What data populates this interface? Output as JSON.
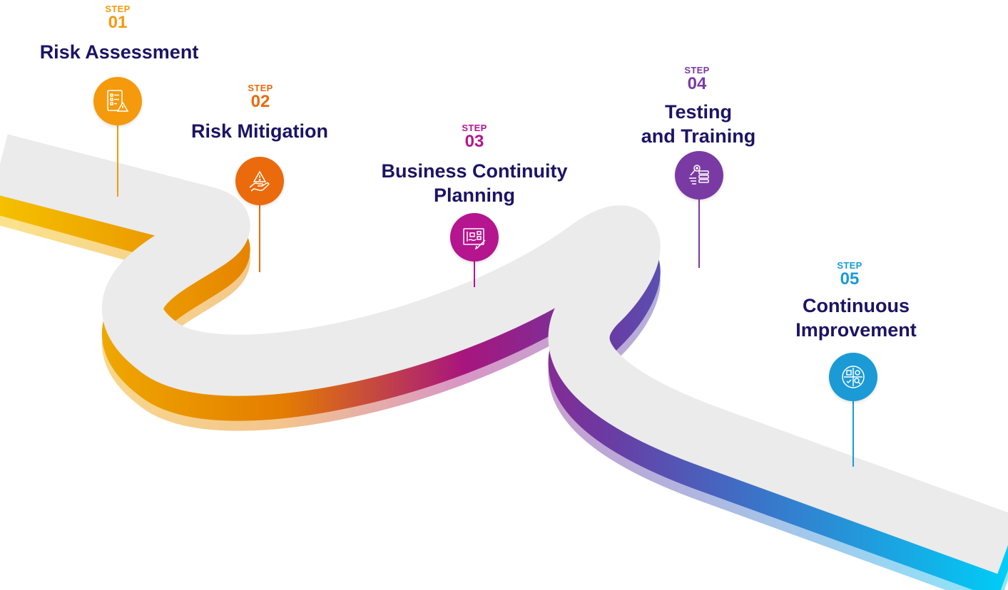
{
  "steps": [
    {
      "step_label": "STEP",
      "number": "01",
      "title_lines": [
        "Risk Assessment"
      ],
      "color": "#f49a0c",
      "icon": "checklist-warning-icon"
    },
    {
      "step_label": "STEP",
      "number": "02",
      "title_lines": [
        "Risk Mitigation"
      ],
      "color": "#ea6a0c",
      "icon": "hand-warning-icon"
    },
    {
      "step_label": "STEP",
      "number": "03",
      "title_lines": [
        "Business Continuity",
        "Planning"
      ],
      "color": "#b5158e",
      "icon": "blueprint-plan-icon"
    },
    {
      "step_label": "STEP",
      "number": "04",
      "title_lines": [
        "Testing",
        "and Training"
      ],
      "color": "#7a3aa4",
      "icon": "training-stack-icon"
    },
    {
      "step_label": "STEP",
      "number": "05",
      "title_lines": [
        "Continuous",
        "Improvement"
      ],
      "color": "#1b9ad6",
      "icon": "improvement-cycle-icon"
    }
  ],
  "colors": {
    "title": "#1b1464",
    "road_surface": "#ebebeb",
    "gradient": [
      "#f5c000",
      "#e58500",
      "#a61a7a",
      "#6a3aa2",
      "#3a78c9",
      "#00c8f5"
    ]
  }
}
